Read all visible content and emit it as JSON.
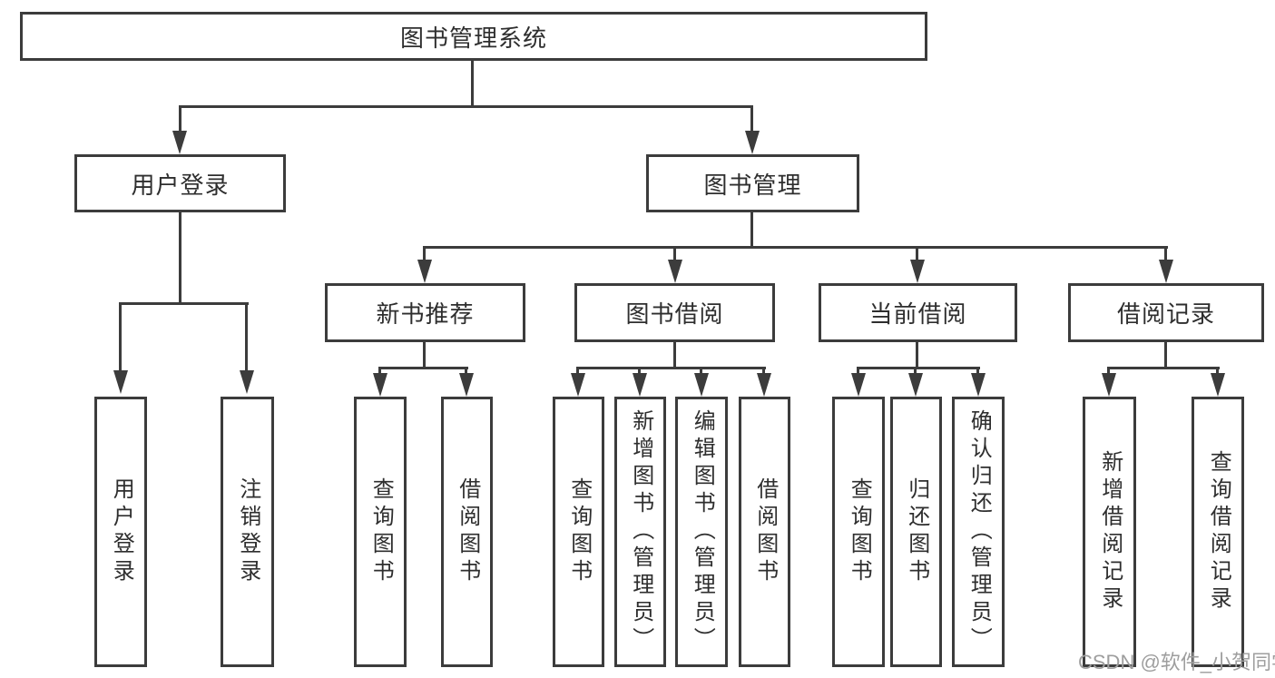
{
  "diagram": {
    "title": "图书管理系统",
    "level2": [
      "用户登录",
      "图书管理"
    ],
    "level3": [
      "新书推荐",
      "图书借阅",
      "当前借阅",
      "借阅记录"
    ],
    "groups": {
      "user_login": [
        "用户登录",
        "注销登录"
      ],
      "new_books": [
        "查询图书",
        "借阅图书"
      ],
      "book_borrow": [
        "查询图书",
        "新增图书（管理员）",
        "编辑图书（管理员）",
        "借阅图书"
      ],
      "current_borrow": [
        "查询图书",
        "归还图书",
        "确认归还（管理员）"
      ],
      "borrow_records": [
        "新增借阅记录",
        "查询借阅记录"
      ]
    },
    "watermark": "CSDN @软件_小贺同学",
    "colors": {
      "border": "#3c3c3c",
      "text": "#2e2e2e",
      "watermark": "#9e9e9e",
      "bg": "#ffffff"
    }
  }
}
